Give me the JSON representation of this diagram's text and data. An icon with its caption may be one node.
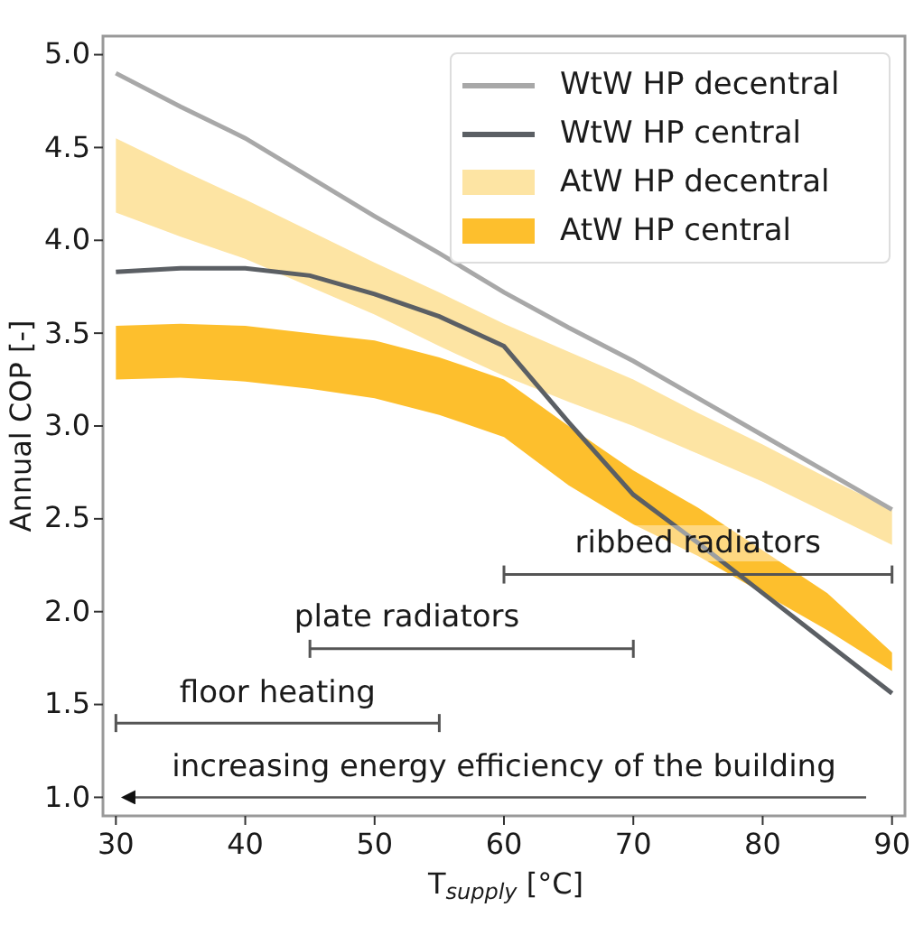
{
  "diagram": {
    "chart_data": {
      "type": "line",
      "xlabel": "T$_{supply}$ [°C]",
      "ylabel": "Annual COP [-]",
      "x": [
        30,
        35,
        40,
        45,
        50,
        55,
        60,
        65,
        70,
        75,
        80,
        85,
        90
      ],
      "xlim": [
        29,
        91
      ],
      "ylim": [
        0.9,
        5.1
      ],
      "xticks": [
        30,
        40,
        50,
        60,
        70,
        80,
        90
      ],
      "yticks": [
        {
          "value": 1,
          "label": "1.0"
        },
        {
          "value": 1.5,
          "label": "1.5"
        },
        {
          "value": 2,
          "label": "2.0"
        },
        {
          "value": 2.5,
          "label": "2.5"
        },
        {
          "value": 3,
          "label": "3.0"
        },
        {
          "value": 3.5,
          "label": "3.5"
        },
        {
          "value": 4,
          "label": "4.0"
        },
        {
          "value": 4.5,
          "label": "4.5"
        },
        {
          "value": 5,
          "label": "5.0"
        }
      ],
      "series": [
        {
          "name": "WtW HP decentral",
          "color": "#a8a8a8",
          "values": [
            4.9,
            4.72,
            4.55,
            4.34,
            4.13,
            3.93,
            3.72,
            3.53,
            3.35,
            3.15,
            2.95,
            2.75,
            2.55
          ]
        },
        {
          "name": "WtW HP central",
          "color": "#5b5f64",
          "values": [
            3.83,
            3.85,
            3.85,
            3.81,
            3.71,
            3.59,
            3.43,
            3.02,
            2.63,
            2.37,
            2.1,
            1.83,
            1.56
          ]
        }
      ],
      "legend": "upper right",
      "annotations": [
        "ribbed radiators",
        "plate radiators",
        "floor heating",
        "increasing energy efficiency of the building"
      ]
    },
    "legend": [
      {
        "text": "AtW HP decentral",
        "color": "#fde4a3"
      },
      {
        "text": "AtW HP central",
        "color": "#fdbf2d"
      }
    ]
  }
}
